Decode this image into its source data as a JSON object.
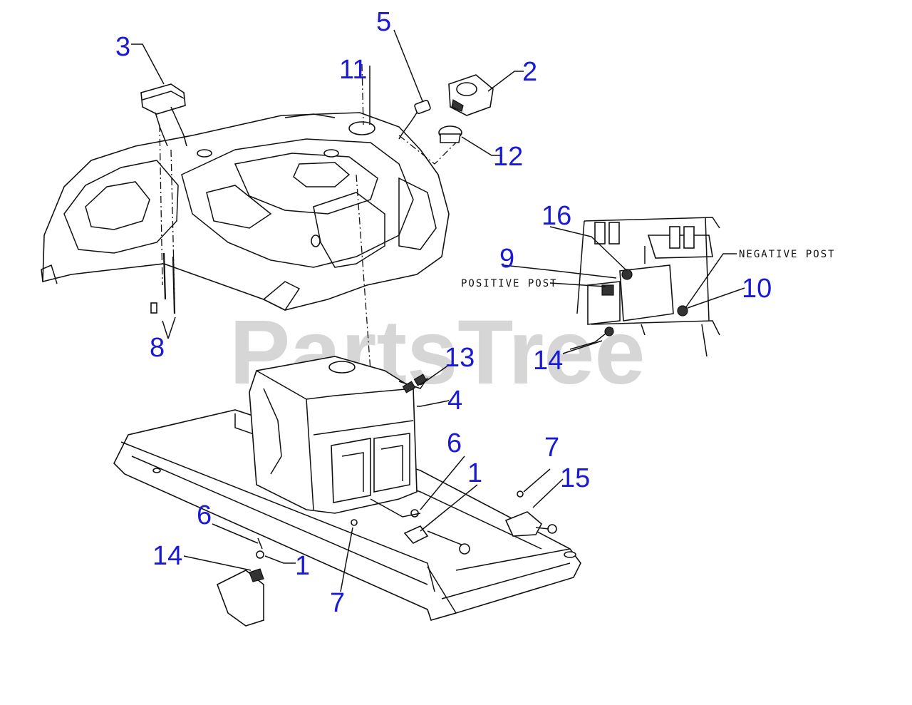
{
  "watermark": "PartsTree",
  "labels": {
    "positive_post": "POSITIVE POST",
    "negative_post": "NEGATIVE POST"
  },
  "callouts": {
    "c1a": "1",
    "c1b": "1",
    "c2": "2",
    "c3": "3",
    "c4": "4",
    "c5": "5",
    "c6a": "6",
    "c6b": "6",
    "c7a": "7",
    "c7b": "7",
    "c8": "8",
    "c9": "9",
    "c10": "10",
    "c11": "11",
    "c12": "12",
    "c13": "13",
    "c14a": "14",
    "c14b": "14",
    "c15": "15",
    "c16": "16"
  }
}
